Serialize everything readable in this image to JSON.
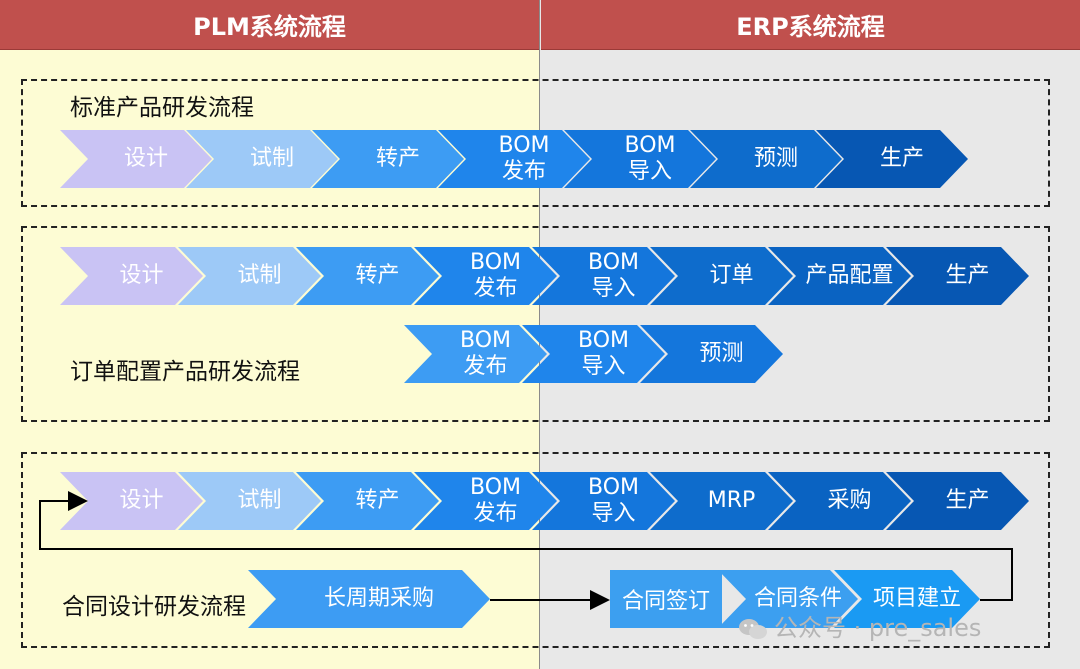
{
  "header": {
    "plm": "PLM系统流程",
    "erp": "ERP系统流程"
  },
  "group1": {
    "label": "标准产品研发流程",
    "steps": [
      "设计",
      "试制",
      "转产",
      "BOM\n发布",
      "BOM\n导入",
      "预测",
      "生产"
    ]
  },
  "group2": {
    "label": "订单配置产品研发流程",
    "steps": [
      "设计",
      "试制",
      "转产",
      "BOM\n发布",
      "BOM\n导入",
      "订单",
      "产品配置",
      "生产"
    ],
    "sub_steps": [
      "BOM\n发布",
      "BOM\n导入",
      "预测"
    ]
  },
  "group3": {
    "label": "合同设计研发流程",
    "steps": [
      "设计",
      "试制",
      "转产",
      "BOM\n发布",
      "BOM\n导入",
      "MRP",
      "采购",
      "生产"
    ],
    "long_purchase": "长周期采购",
    "contract_steps": [
      "合同签订",
      "合同条件",
      "项目建立"
    ]
  },
  "watermark": "公众号 · pre_sales",
  "colors": {
    "header": "#c0504d",
    "plm_bg": "#fdfcd4",
    "erp_bg": "#e8e8e8"
  }
}
